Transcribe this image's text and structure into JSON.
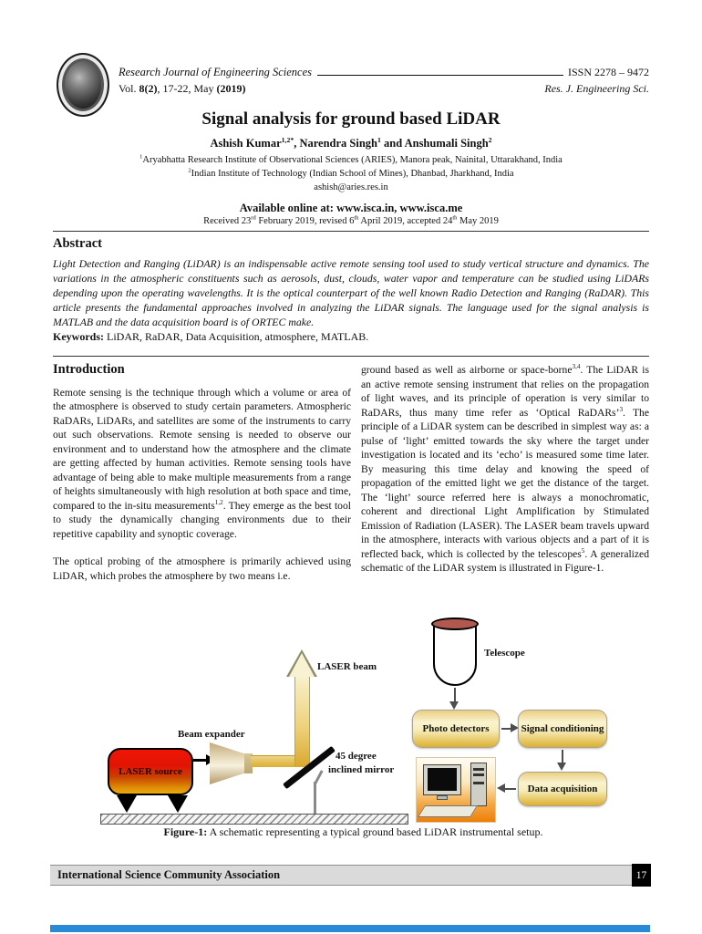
{
  "colors": {
    "flow_box_gold": "#ddb031",
    "laser_red": "#e01505",
    "beam_gold": "#d9a82e",
    "telescope_cap": "#b2584e",
    "footer_bar": "#dadada",
    "page_badge_bg": "#000000",
    "bottom_bar": "#2b8ad6"
  },
  "header": {
    "journal_name": "Research Journal of Engineering Sciences",
    "issn": "ISSN 2278 – 9472",
    "vol_prefix": "Vol. ",
    "vol_bold": "8(2)",
    "vol_mid": ", 17-22, May ",
    "vol_year_bold": "(2019)",
    "journal_abbrev": "Res. J. Engineering Sci."
  },
  "title": "Signal analysis for ground based LiDAR",
  "authors": {
    "a1": "Ashish Kumar",
    "a1_sup": "1,2*",
    "a2": ", Narendra Singh",
    "a2_sup": "1",
    "a3": " and Anshumali Singh",
    "a3_sup": "2"
  },
  "affiliations": {
    "aff1_sup": "1",
    "aff1": "Aryabhatta Research Institute of Observational Sciences (ARIES), Manora peak, Nainital, Uttarakhand, India",
    "aff2_sup": "2",
    "aff2": "Indian Institute of Technology (Indian School of Mines), Dhanbad, Jharkhand, India",
    "email": "ashish@aries.res.in"
  },
  "availability": {
    "available_line": "Available online at: www.isca.in, www.isca.me",
    "r1": "Received 23",
    "r1s": "rd",
    "r2": " February 2019, revised 6",
    "r2s": "th",
    "r3": " April 2019, accepted 24",
    "r3s": "th",
    "r4": " May 2019"
  },
  "abstract": {
    "heading": "Abstract",
    "text": "Light Detection and Ranging (LiDAR) is an indispensable active remote sensing tool used to study vertical structure and dynamics. The variations in the atmospheric constituents such as aerosols, dust, clouds, water vapor and temperature can be studied using LiDARs depending upon the operating wavelengths. It is the optical counterpart of the well known Radio Detection and Ranging (RaDAR). This article presents the fundamental approaches involved in analyzing the LiDAR signals. The language used for the signal analysis is MATLAB and the data acquisition board is of ORTEC make.",
    "keywords_label": "Keywords:",
    "keywords": " LiDAR, RaDAR, Data Acquisition, atmosphere, MATLAB."
  },
  "introduction": {
    "heading": "Introduction",
    "p1a": "Remote sensing is the technique through which a volume or area of the atmosphere is observed to study certain parameters. Atmospheric RaDARs, LiDARs, and satellites are some of the instruments to carry out such observations. Remote sensing is needed to observe our environment and to understand how the atmosphere and the climate are getting affected by human activities. Remote sensing tools have advantage of being able to make multiple measurements from a range of heights simultaneously with high resolution at both space and time, compared to the in-situ measurements",
    "p1_sup": "1,2",
    "p1b": ". They emerge as the best tool to study the dynamically changing environments due to their repetitive capability and synoptic coverage.",
    "p2": "The optical probing of the atmosphere is primarily achieved using LiDAR, which probes the atmosphere by two means i.e.",
    "r1a": "ground based as well as airborne or space-borne",
    "r1_sup": "3,4",
    "r1b": ". The LiDAR is an active remote sensing instrument that relies on the propagation of light waves, and its principle of operation is very similar to RaDARs, thus many time refer as ‘Optical RaDARs’",
    "r1_sup2": "3",
    "r1c": ". The principle of a LiDAR system can be described in simplest way as: a pulse of ‘light’ emitted towards the sky where the target under investigation is located and its ‘echo’ is measured some time later. By measuring this time delay and knowing the speed of propagation of the emitted light we get the distance of the target. The ‘light’ source referred here is always a monochromatic, coherent and directional Light Amplification by Stimulated Emission of Radiation (LASER). The LASER beam travels upward in the atmosphere, interacts with various objects and a part of it is reflected back, which is collected by the telescopes",
    "r1_sup3": "5",
    "r1d": ". A generalized schematic of the LiDAR system is illustrated in Figure-1."
  },
  "figure": {
    "laser_source": "LASER source",
    "beam_expander": "Beam expander",
    "laser_beam": "LASER beam",
    "mirror_line1": "45 degree",
    "mirror_line2": "inclined mirror",
    "telescope": "Telescope",
    "photo_detectors": "Photo detectors",
    "signal_conditioning": "Signal conditioning",
    "data_acquisition": "Data acquisition",
    "caption_bold": "Figure-1:",
    "caption_rest": " A schematic representing a typical ground based LiDAR instrumental setup."
  },
  "footer": {
    "association": "International Science Community Association",
    "page_number": "17"
  }
}
